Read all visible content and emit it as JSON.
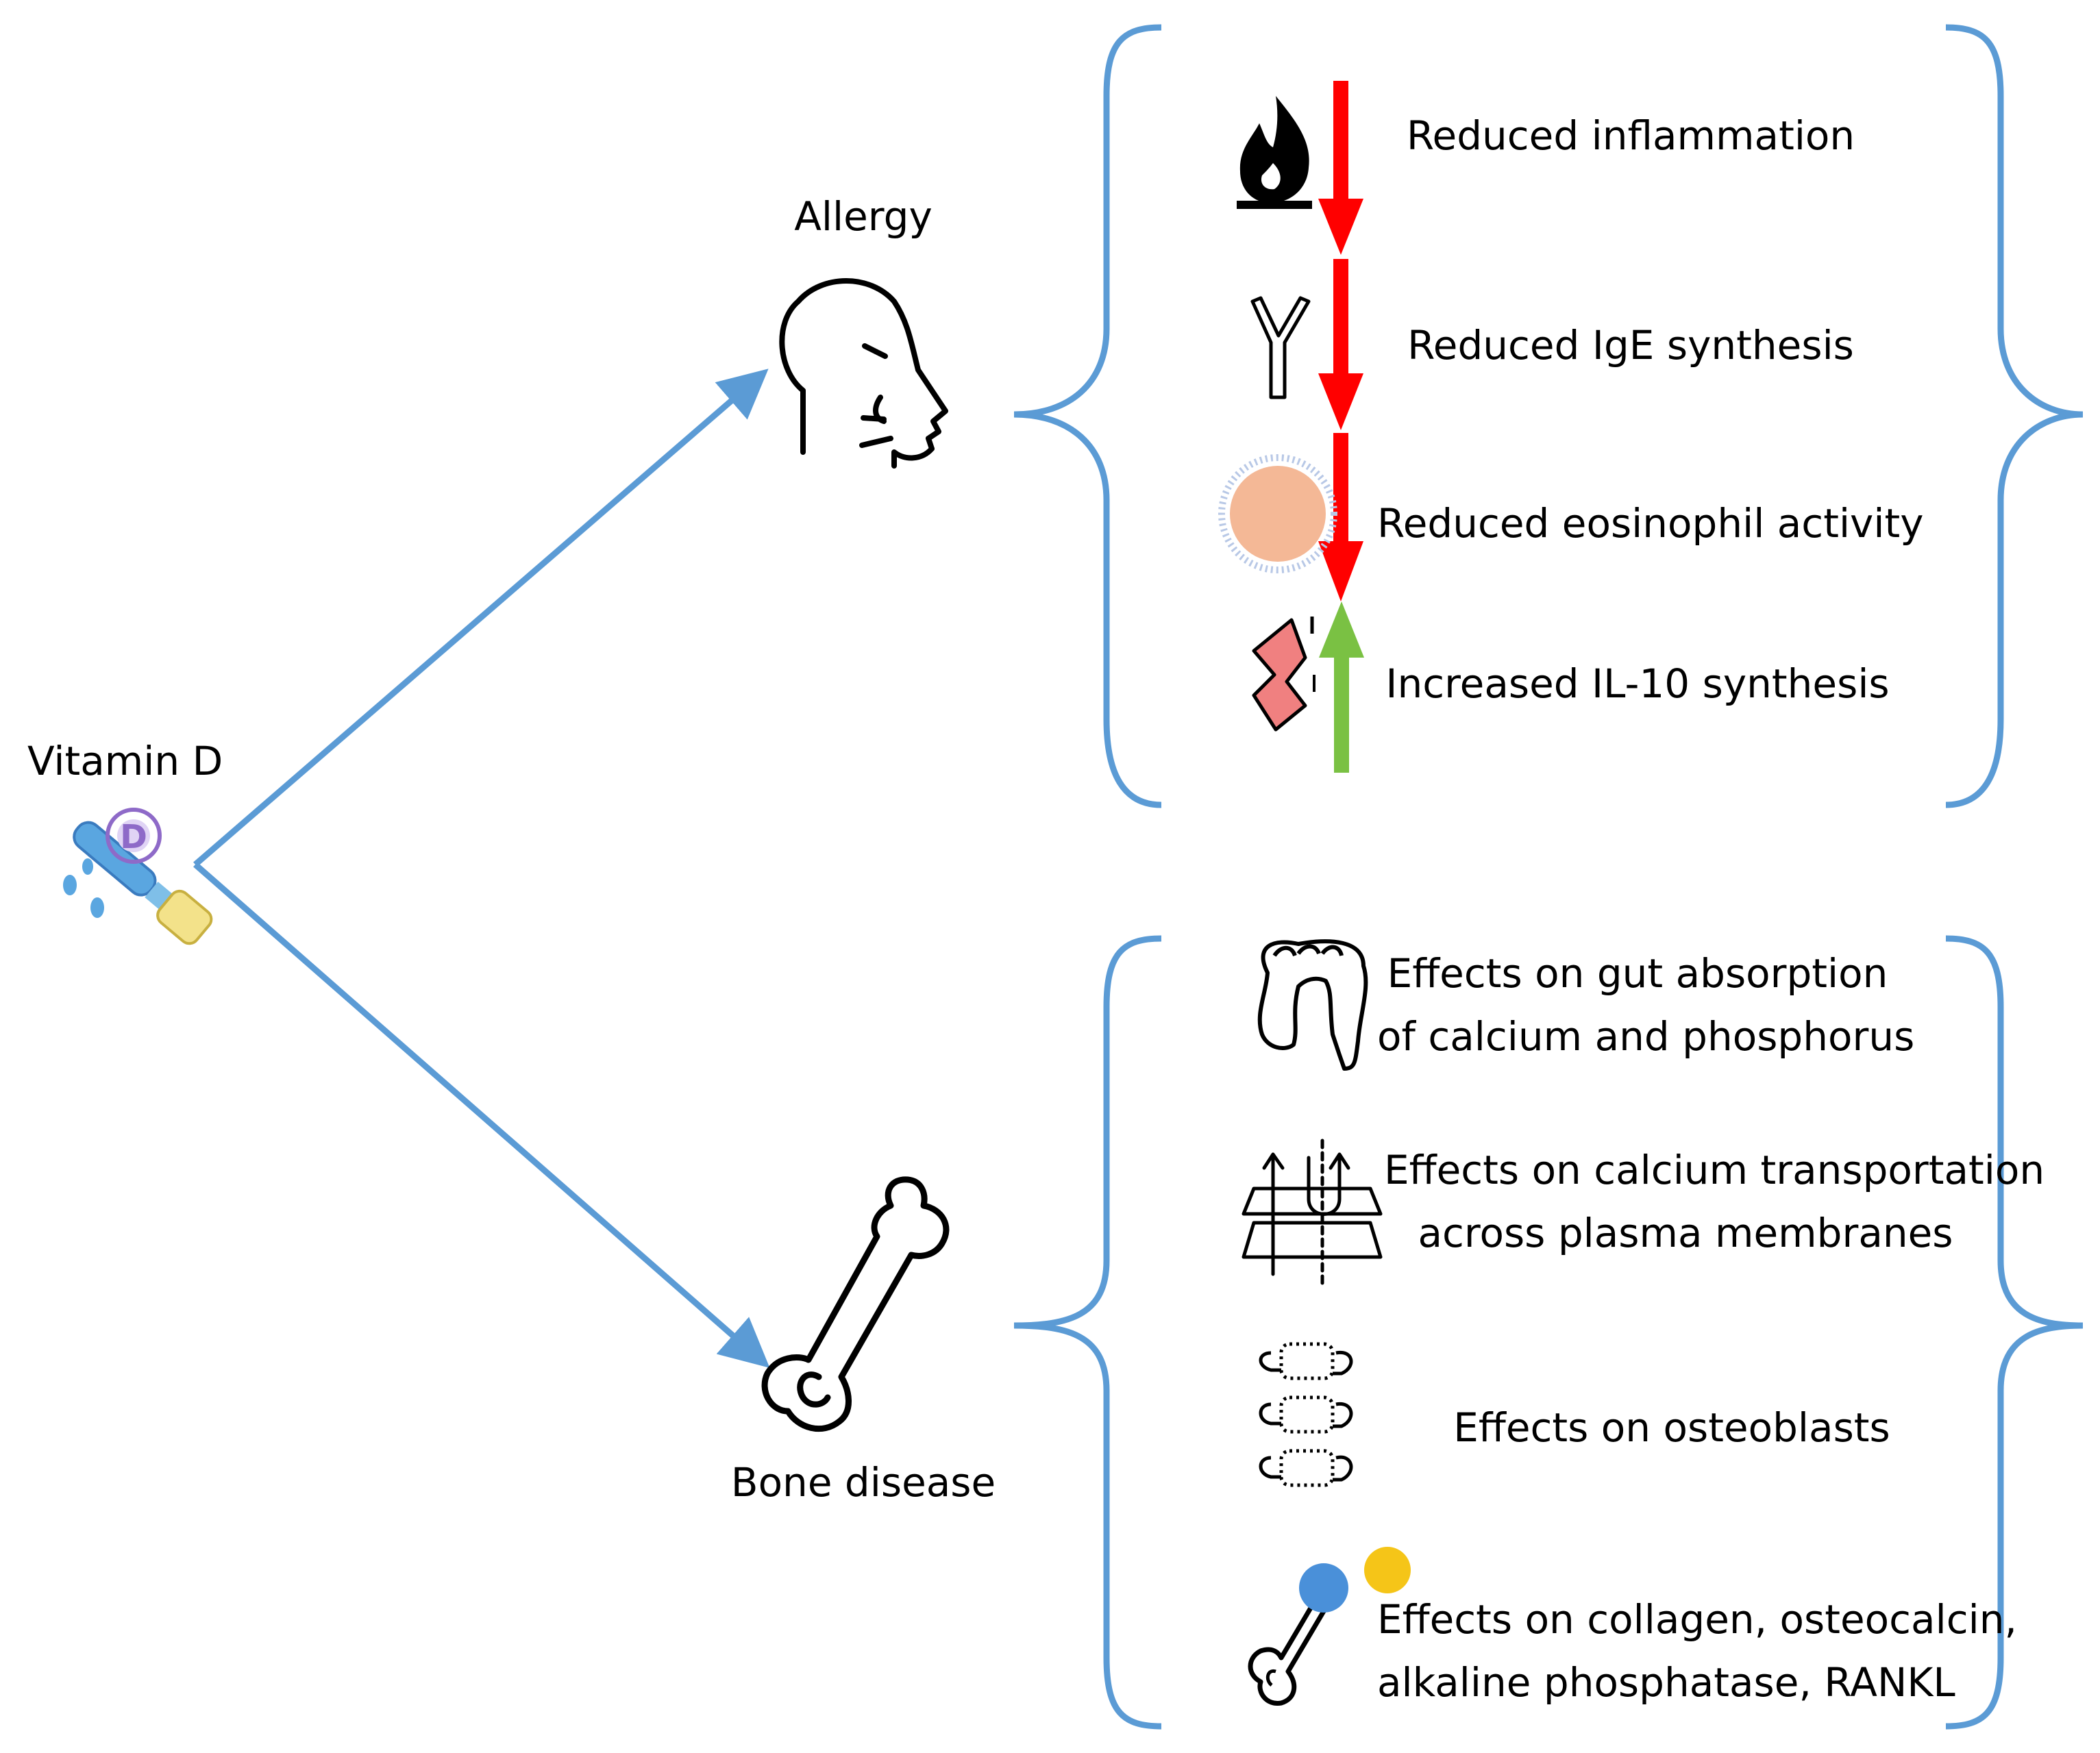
{
  "source": {
    "label": "Vitamin D",
    "icon": "vitamin-d-dropper-icon"
  },
  "allergy": {
    "label": "Allergy",
    "icon": "sneezing-head-icon",
    "effects": [
      {
        "text": "Reduced inflammation",
        "icon": "fire-icon",
        "direction": "down"
      },
      {
        "text": "Reduced IgE synthesis",
        "icon": "antibody-icon",
        "direction": "down"
      },
      {
        "text": "Reduced eosinophil activity",
        "icon": "eosinophil-cell-icon",
        "direction": "down"
      },
      {
        "text": "Increased IL-10 synthesis",
        "icon": "cytokine-icon",
        "direction": "up"
      }
    ]
  },
  "bone": {
    "label": "Bone disease",
    "icon": "bone-icon",
    "effects": [
      {
        "lines": [
          "Effects on gut absorption",
          "of calcium and phosphorus"
        ],
        "icon": "intestine-icon"
      },
      {
        "lines": [
          "Effects on calcium transportation",
          "across plasma membranes"
        ],
        "icon": "membrane-transport-icon"
      },
      {
        "lines": [
          "Effects on osteoblasts"
        ],
        "icon": "vertebrae-icon"
      },
      {
        "lines": [
          "Effects on collagen, osteocalcin,",
          "alkaline phosphatase, RANKL"
        ],
        "icon": "bone-cells-icon"
      }
    ]
  },
  "colors": {
    "connector": "#5b9bd5",
    "bracket": "#5b9bd5",
    "decrease_arrow": "#ff0000",
    "increase_arrow": "#7ac143",
    "eosinophil_fill": "#f4b896",
    "cytokine_fill": "#f08080",
    "blue_cell": "#4a90d9",
    "yellow_cell": "#f5c518"
  }
}
